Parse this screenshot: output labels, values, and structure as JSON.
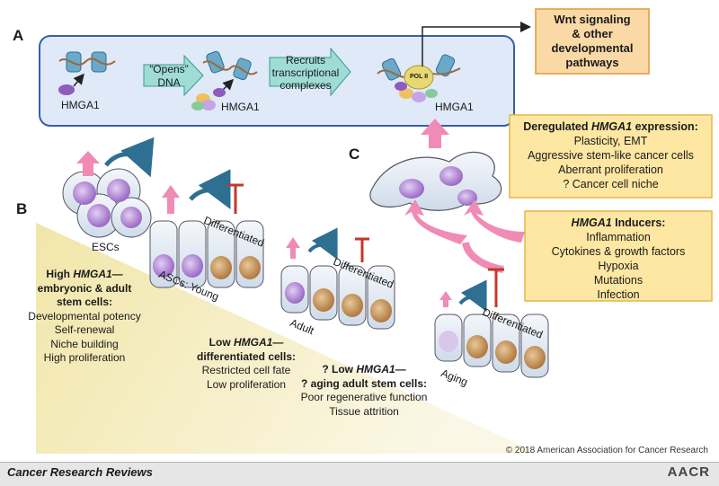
{
  "panelA": {
    "letter": "A",
    "hmga1_1": "HMGA1",
    "hmga1_2": "HMGA1",
    "hmga1_3": "HMGA1",
    "step1": "“Opens” DNA",
    "step2_line1": "Recruits",
    "step2_line2": "transcriptional",
    "step2_line3": "complexes",
    "pol": "POL II",
    "wnt_line1": "Wnt signaling",
    "wnt_line2": "& other",
    "wnt_line3": "developmental",
    "wnt_line4": "pathways"
  },
  "panelB": {
    "letter": "B",
    "escs": "ESCs",
    "ascs_young": "ASCs: Young",
    "adult": "Adult",
    "aging": "Aging",
    "differentiated_1": "Differentiated",
    "differentiated_2": "Differentiated",
    "differentiated_3": "Differentiated",
    "high": {
      "prefix": "High ",
      "gene": "HMGA1",
      "suffix": "—",
      "line2": "embryonic & adult",
      "line3": "stem cells:",
      "items": [
        "Developmental potency",
        "Self-renewal",
        "Niche building",
        "High proliferation"
      ]
    },
    "low": {
      "prefix": "Low ",
      "gene": "HMGA1",
      "suffix": "—",
      "line2": "differentiated cells:",
      "items": [
        "Restricted cell fate",
        "Low proliferation"
      ]
    },
    "aging_low": {
      "prefix": "? Low ",
      "gene": "HMGA1",
      "suffix": "—",
      "line2": "? aging adult stem cells:",
      "items": [
        "Poor regenerative function",
        "Tissue attrition"
      ]
    }
  },
  "panelC": {
    "letter": "C",
    "dereg": {
      "prefix": "Deregulated ",
      "gene": "HMGA1",
      "suffix": " expression:",
      "items": [
        "Plasticity, EMT",
        "Aggressive stem-like cancer cells",
        "Aberrant proliferation",
        "? Cancer cell niche"
      ]
    },
    "inducers": {
      "gene": "HMGA1",
      "suffix": " Inducers:",
      "items": [
        "Inflammation",
        "Cytokines & growth factors",
        "Hypoxia",
        "Mutations",
        "Infection"
      ]
    }
  },
  "copyright": "© 2018 American Association for Cancer Research",
  "journal": "Cancer Research Reviews",
  "publisher_logo": "AACR",
  "colors": {
    "panel_blue": "#dfe9f7",
    "panel_border": "#3a5fa8",
    "arrow_teal": "#9fdcd6",
    "wnt_box": "#fbd9a6",
    "yellow_box": "#fde7a2",
    "cell_purple": "#b48ad6",
    "cell_tan": "#c99b64",
    "pink": "#f08bb6",
    "red_inhibit": "#c0392b"
  }
}
